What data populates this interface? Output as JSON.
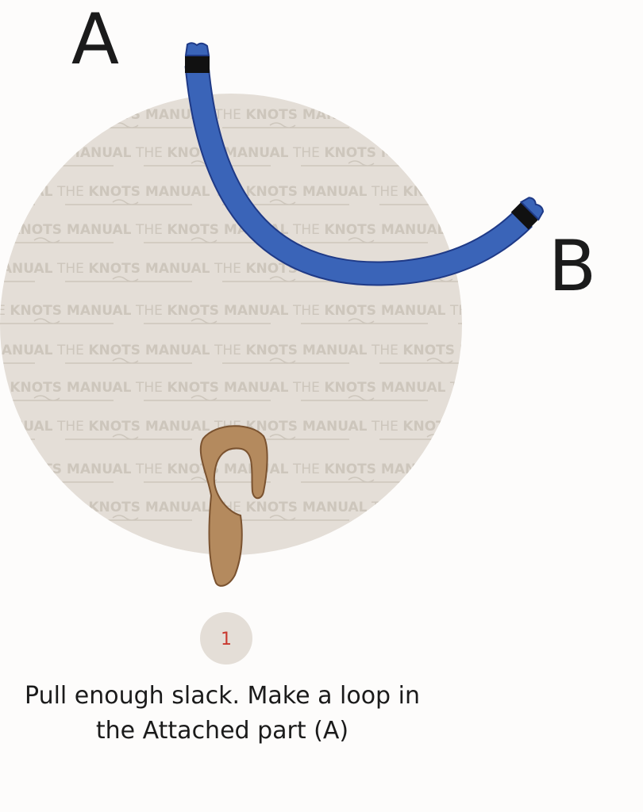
{
  "labels": {
    "end_a": "A",
    "end_b": "B"
  },
  "watermark": {
    "prefix": "THE",
    "brand": "KNOTS MANUAL"
  },
  "step": {
    "number": "1"
  },
  "caption": {
    "line1": "Pull enough slack. Make a loop in",
    "line2": "the Attached part (A)"
  },
  "colors": {
    "background": "#fdfcfb",
    "circle": "#e4ded7",
    "rope_fill": "#3a64b8",
    "rope_outline": "#1f3a87",
    "rope_end_cap": "#111111",
    "hook_fill": "#b48a5e",
    "hook_outline": "#7b5330",
    "step_badge": "#e4ded7",
    "step_number": "#c8392f"
  }
}
